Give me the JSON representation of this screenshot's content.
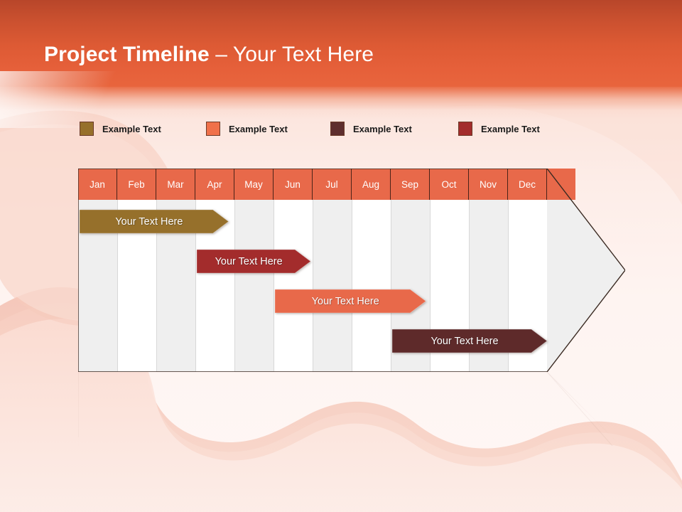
{
  "slide": {
    "title_bold": "Project Timeline",
    "title_regular": " – Your Text Here",
    "background_color": "#FEF3F1",
    "header_color": "#E8653D"
  },
  "legend": {
    "items": [
      {
        "label": "Example Text",
        "color": "#96702B"
      },
      {
        "label": "Example Text",
        "color": "#F0714A"
      },
      {
        "label": "Example Text",
        "color": "#5E2E2E"
      },
      {
        "label": "Example Text",
        "color": "#A32C2C"
      }
    ]
  },
  "chart_data": {
    "type": "bar",
    "title": "Project Timeline – Your Text Here",
    "xlabel": "",
    "ylabel": "",
    "categories": [
      "Jan",
      "Feb",
      "Mar",
      "Apr",
      "May",
      "Jun",
      "Jul",
      "Aug",
      "Sep",
      "Oct",
      "Nov",
      "Dec"
    ],
    "header_color": "#E8694A",
    "header_text_color": "#FFFFFF",
    "column_shade_colors": [
      "#EFEFEF",
      "#FFFFFF"
    ],
    "grid": true,
    "legend_position": "top",
    "series": [
      {
        "name": "Your  Text Here",
        "label": "Your  Text Here",
        "color": "#96702B",
        "start_month": "Jan",
        "end_month": "Apr",
        "start_index": 0,
        "end_index": 3.85,
        "row": 0
      },
      {
        "name": "Your  Text Here",
        "label": "Your  Text Here",
        "color": "#A32C2C",
        "start_month": "Apr",
        "end_month": "Jun",
        "start_index": 3.0,
        "end_index": 5.95,
        "row": 1
      },
      {
        "name": "Your  Text Here",
        "label": "Your  Text Here",
        "color": "#E8694A",
        "start_month": "May",
        "end_month": "Aug",
        "start_index": 5.0,
        "end_index": 8.9,
        "row": 2
      },
      {
        "name": "Your  Text Here",
        "label": "Your  Text Here",
        "color": "#5E2A2A",
        "start_month": "Sep",
        "end_month": "Dec",
        "start_index": 8.0,
        "end_index": 12.0,
        "row": 3
      }
    ]
  }
}
